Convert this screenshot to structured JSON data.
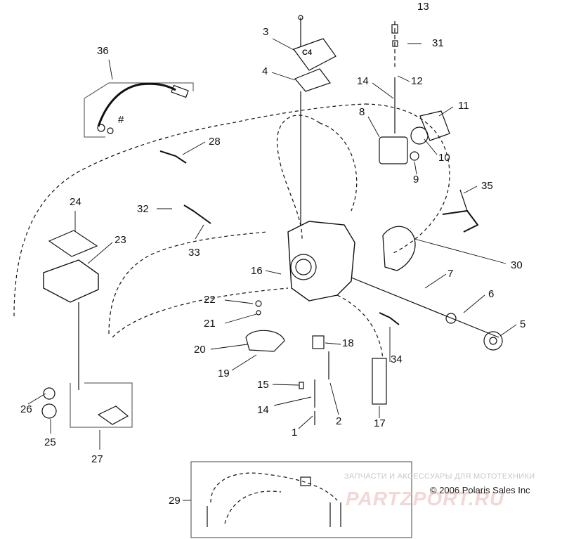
{
  "diagram": {
    "callouts": [
      {
        "id": "c13",
        "text": "13"
      },
      {
        "id": "c31",
        "text": "31"
      },
      {
        "id": "c3",
        "text": "3"
      },
      {
        "id": "c36",
        "text": "36"
      },
      {
        "id": "c4",
        "text": "4"
      },
      {
        "id": "c14a",
        "text": "14"
      },
      {
        "id": "c12",
        "text": "12"
      },
      {
        "id": "c11",
        "text": "11"
      },
      {
        "id": "c8",
        "text": "8"
      },
      {
        "id": "c10",
        "text": "10"
      },
      {
        "id": "c9",
        "text": "9"
      },
      {
        "id": "c28",
        "text": "28"
      },
      {
        "id": "c35",
        "text": "35"
      },
      {
        "id": "c24",
        "text": "24"
      },
      {
        "id": "c32",
        "text": "32"
      },
      {
        "id": "c33",
        "text": "33"
      },
      {
        "id": "c23",
        "text": "23"
      },
      {
        "id": "c30",
        "text": "30"
      },
      {
        "id": "c16",
        "text": "16"
      },
      {
        "id": "c7",
        "text": "7"
      },
      {
        "id": "c6",
        "text": "6"
      },
      {
        "id": "c22",
        "text": "22"
      },
      {
        "id": "c21",
        "text": "21"
      },
      {
        "id": "c5",
        "text": "5"
      },
      {
        "id": "c18",
        "text": "18"
      },
      {
        "id": "c20",
        "text": "20"
      },
      {
        "id": "c19",
        "text": "19"
      },
      {
        "id": "c34",
        "text": "34"
      },
      {
        "id": "c15",
        "text": "15"
      },
      {
        "id": "c14b",
        "text": "14"
      },
      {
        "id": "c2",
        "text": "2"
      },
      {
        "id": "c26",
        "text": "26"
      },
      {
        "id": "c1",
        "text": "1"
      },
      {
        "id": "c17",
        "text": "17"
      },
      {
        "id": "c25",
        "text": "25"
      },
      {
        "id": "c27",
        "text": "27"
      },
      {
        "id": "c29",
        "text": "29"
      }
    ],
    "hash_mark": "#",
    "stamp_text": "C4"
  },
  "watermark": {
    "ru_text": "ЗАПЧАСТИ И АКСЕССУАРЫ ДЛЯ МОТОТЕХНИКИ",
    "copyright": "© 2006 Polaris Sales Inc",
    "logo_text": "PARTZPORT.RU"
  },
  "colors": {
    "ink": "#111111",
    "watermark_red": "#e9b8b8",
    "watermark_gray": "#c8c8c8"
  }
}
